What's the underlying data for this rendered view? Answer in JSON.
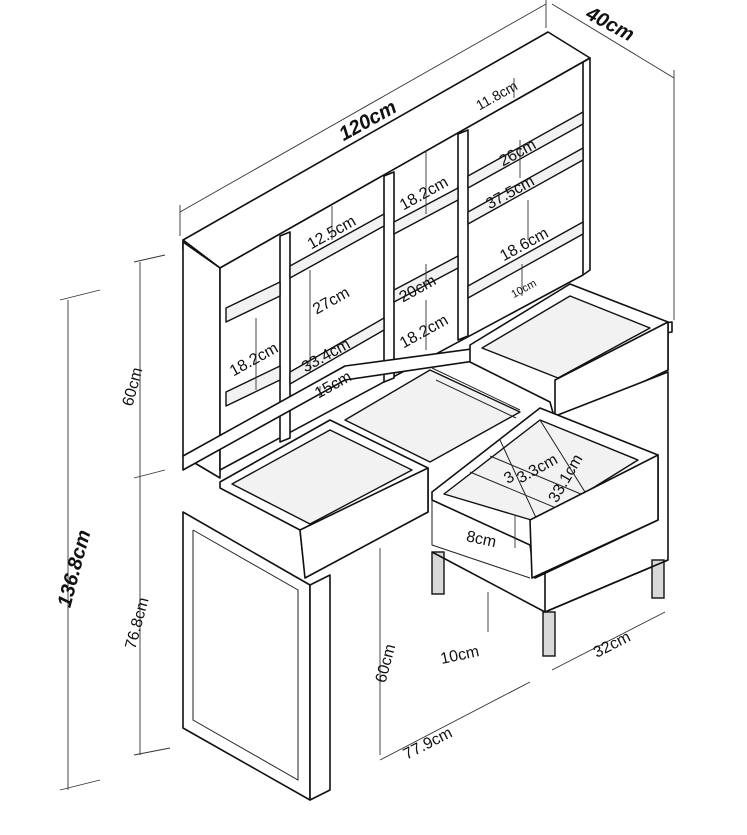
{
  "dimensions": {
    "total_width": "120cm",
    "depth": "40cm",
    "top_shelf_gap": "11.8cm",
    "right_shelf_a": "26cm",
    "right_shelf_b": "37.5cm",
    "right_shelf_c": "18.6cm",
    "right_shelf_d": "10cm",
    "center_upper": "18.2cm",
    "center_mid": "20cm",
    "center_lower": "18.2cm",
    "left_top": "12.5cm",
    "left_mid": "27cm",
    "left_width": "33.4cm",
    "left_low": "15cm",
    "side_compartment": "18.2cm",
    "hutch_height": "60cm",
    "total_height": "136.8cm",
    "desk_height": "76.8cm",
    "leg_clearance": "60cm",
    "drawer_lift": "10cm",
    "drawer_inner_a": "33.1cm",
    "drawer_inner_b": "3.3cm",
    "drawer_inner_c": "3",
    "drawer_depth": "8cm",
    "desk_width": "77.9cm",
    "cabinet_width": "32cm"
  }
}
